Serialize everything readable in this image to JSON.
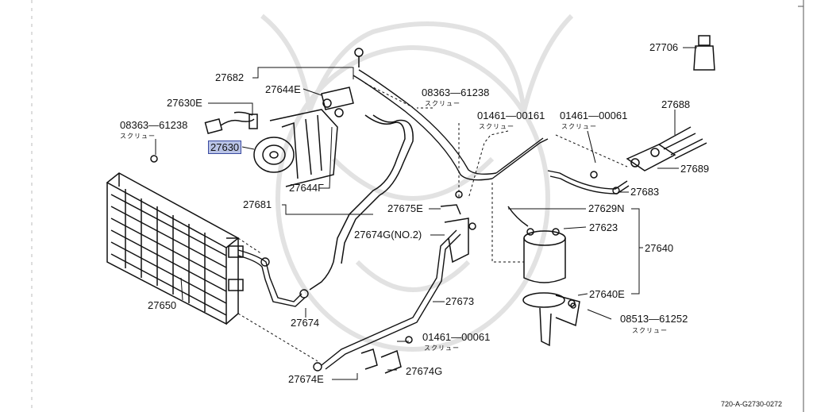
{
  "parts": {
    "p27706": "27706",
    "p27682": "27682",
    "p27644e": "27644E",
    "p27630e": "27630E",
    "p08363_a": "08363—61238",
    "p08363_a_sub": "スクリュー",
    "p27630": "27630",
    "p27644f": "27644F",
    "p27681": "27681",
    "p08363_b": "08363—61238",
    "p08363_b_sub": "スクリュー",
    "p01461_a": "01461—00161",
    "p01461_a_sub": "スクリュー",
    "p01461_b": "01461—00061",
    "p01461_b_sub": "スクリュー",
    "p27688": "27688",
    "p27689": "27689",
    "p27683": "27683",
    "p27675e": "27675E",
    "p27629n": "27629N",
    "p27674g_no2": "27674G(NO.2)",
    "p27623": "27623",
    "p27640": "27640",
    "p27650": "27650",
    "p27673": "27673",
    "p27640e": "27640E",
    "p08513": "08513—61252",
    "p08513_sub": "スクリュー",
    "p27674": "27674",
    "p01461_c": "01461—00061",
    "p01461_c_sub": "スクリュー",
    "p27674g": "27674G",
    "p27674e": "27674E"
  },
  "highlighted_part": "27630",
  "diagram_ref": "720-A-G2730-0272",
  "colors": {
    "line": "#111111",
    "highlight": "#b9c3e6",
    "watermark": "#dddddd"
  }
}
